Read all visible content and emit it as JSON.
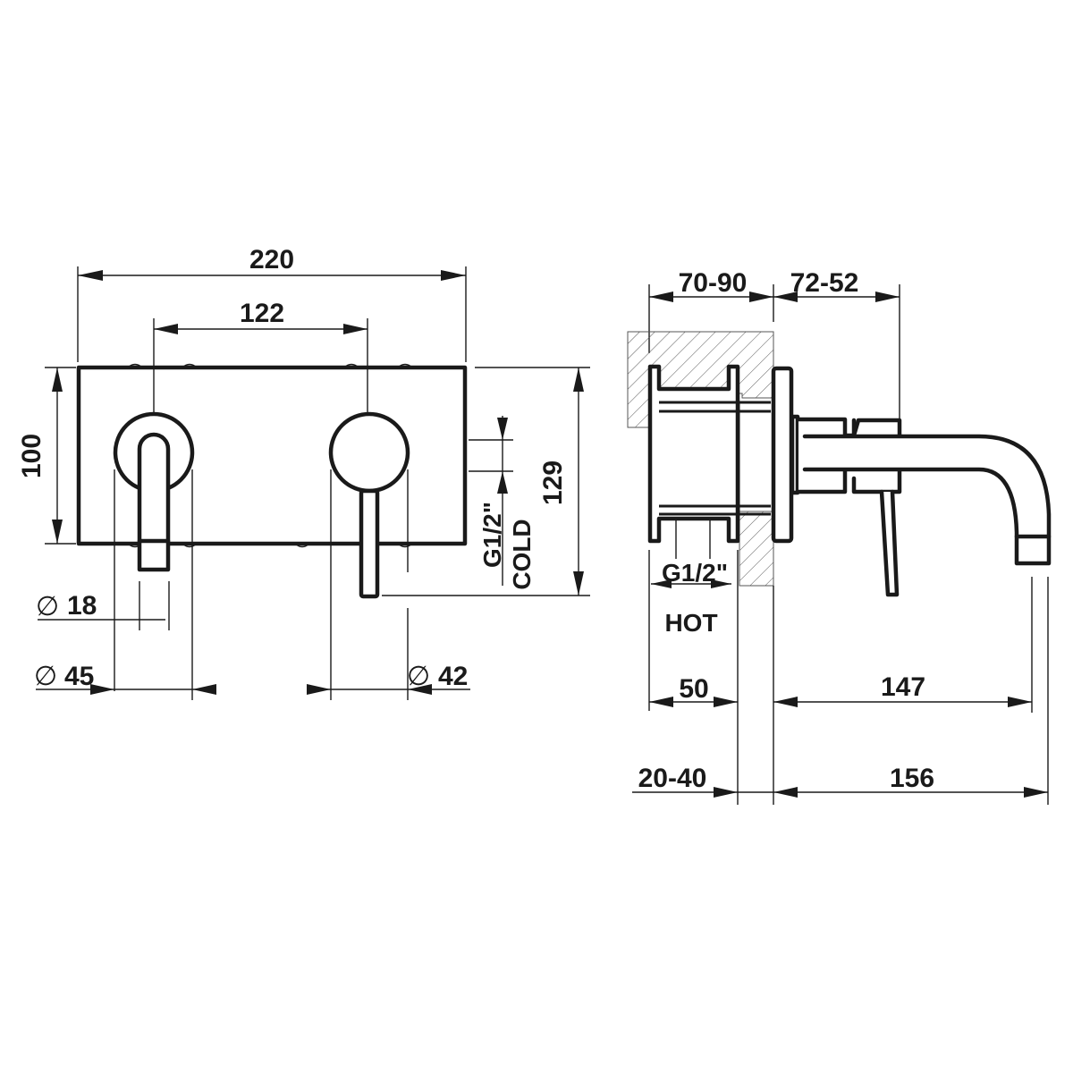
{
  "drawing": {
    "title": "Wall-mounted basin mixer technical drawing",
    "line_color": "#1a1a1a",
    "background": "#ffffff"
  },
  "front_view": {
    "width_overall": "220",
    "centers": "122",
    "height_plate": "100",
    "height_total": "129",
    "spout_diameter": "18",
    "spout_rosette_diameter": "45",
    "handle_rosette_diameter": "42",
    "cold_connection_size": "G1/2\"",
    "cold_label": "COLD",
    "diameter_symbol": "∅"
  },
  "side_view": {
    "wall_depth": "70-90",
    "projection_adjust": "72-52",
    "hot_connection_size": "G1/2\"",
    "hot_label": "HOT",
    "box_depth": "50",
    "spout_reach": "147",
    "wall_tolerance": "20-40",
    "spout_reach_total": "156"
  }
}
